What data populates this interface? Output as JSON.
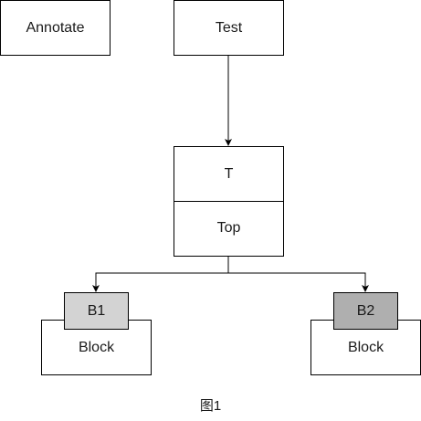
{
  "nodes": {
    "annotate": {
      "label": "Annotate"
    },
    "test": {
      "label": "Test"
    },
    "top_block": {
      "header": "T",
      "body": "Top"
    },
    "block_1": {
      "tab": "B1",
      "label": "Block",
      "tab_color": "#d3d3d3"
    },
    "block_2": {
      "tab": "B2",
      "label": "Block",
      "tab_color": "#afafaf"
    }
  },
  "caption": "图1",
  "colors": {
    "stroke": "#000000",
    "background": "#ffffff"
  }
}
